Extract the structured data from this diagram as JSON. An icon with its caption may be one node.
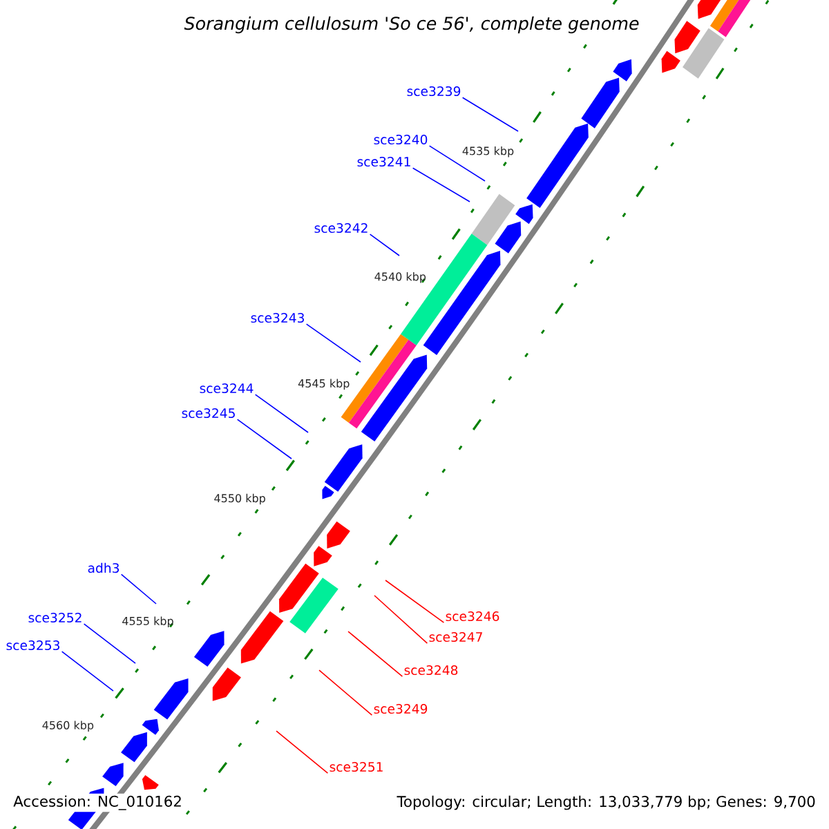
{
  "diagram": {
    "title": "Sorangium cellulosum 'So ce 56', complete genome",
    "nodes": [
      {
        "text": [
          "sce3239"
        ]
      },
      {
        "text": [
          "sce3240"
        ]
      },
      {
        "text": [
          "sce3241"
        ]
      },
      {
        "text": [
          "sce3242"
        ]
      },
      {
        "text": [
          "sce3243"
        ]
      },
      {
        "text": [
          "sce3244"
        ]
      },
      {
        "text": [
          "sce3245"
        ]
      },
      {
        "text": [
          "adh3"
        ]
      },
      {
        "text": [
          "sce3246"
        ]
      },
      {
        "text": [
          "sce3252"
        ]
      },
      {
        "text": [
          "sce3247"
        ]
      },
      {
        "text": [
          "sce3253"
        ]
      },
      {
        "text": [
          "sce3248"
        ]
      },
      {
        "text": [
          "sce3249"
        ]
      },
      {
        "text": [
          "sce3251"
        ]
      }
    ],
    "edges": [
      {
        "from": 0,
        "to": null,
        "arrow": "none"
      },
      {
        "from": 1,
        "to": null,
        "arrow": "none"
      },
      {
        "from": 2,
        "to": null,
        "arrow": "none"
      },
      {
        "from": 3,
        "to": null,
        "arrow": "none"
      },
      {
        "from": 4,
        "to": null,
        "arrow": "none"
      },
      {
        "from": 5,
        "to": null,
        "arrow": "none"
      },
      {
        "from": 6,
        "to": null,
        "arrow": "none"
      },
      {
        "from": 7,
        "to": null,
        "arrow": "none"
      },
      {
        "from": 8,
        "to": null,
        "arrow": "none",
        "color": "#ff0000"
      },
      {
        "from": 9,
        "to": null,
        "arrow": "none"
      },
      {
        "from": 10,
        "to": null,
        "arrow": "none",
        "color": "#ff0000"
      },
      {
        "from": 11,
        "to": null,
        "arrow": "none"
      },
      {
        "from": 12,
        "to": null,
        "arrow": "none",
        "color": "#ff0000"
      },
      {
        "from": 13,
        "to": null,
        "arrow": "none",
        "color": "#ff0000"
      },
      {
        "from": 14,
        "to": null,
        "arrow": "none",
        "color": "#ff0000"
      }
    ],
    "labels": [
      "4535 kbp",
      "4540 kbp",
      "4545 kbp",
      "4550 kbp",
      "4555 kbp",
      "4560 kbp",
      "Accession: NC_010162",
      "Topology: circular; Length: 13,033,779 bp; Genes: 9,700"
    ]
  }
}
